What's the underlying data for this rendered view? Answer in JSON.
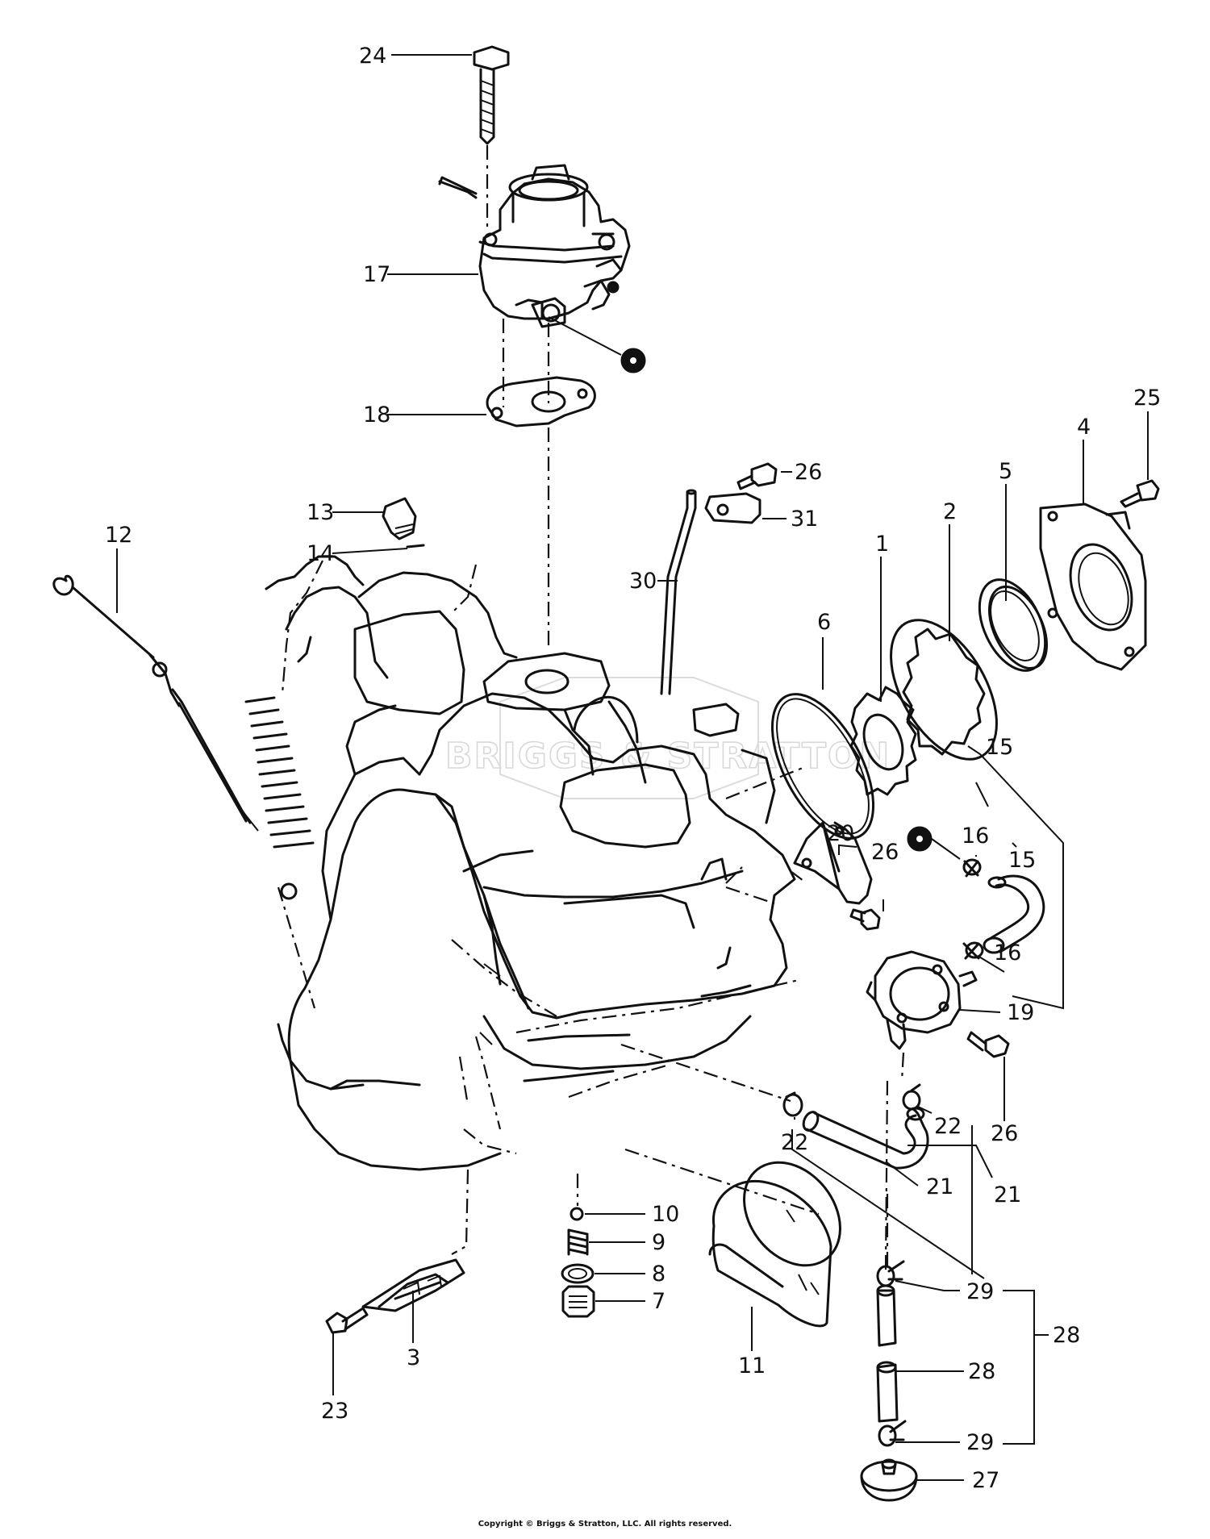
{
  "watermark": "BRIGGS & STRATTON",
  "copyright": "Copyright © Briggs & Stratton, LLC. All rights reserved.",
  "callouts": {
    "c24": "24",
    "c17": "17",
    "c18": "18",
    "c13": "13",
    "c14": "14",
    "c12": "12",
    "c30": "30",
    "c26a": "26",
    "c31": "31",
    "c6": "6",
    "c1": "1",
    "c2": "2",
    "c5": "5",
    "c4": "4",
    "c25": "25",
    "c15a": "15",
    "c15b": "15",
    "c16a": "16",
    "c16b": "16",
    "c20": "20",
    "c26b": "26",
    "c19": "19",
    "c26c": "26",
    "c22a": "22",
    "c22b": "22",
    "c21a": "21",
    "c21b": "21",
    "c10": "10",
    "c9": "9",
    "c8": "8",
    "c7": "7",
    "c11": "11",
    "c29a": "29",
    "c28a": "28",
    "c28b": "28",
    "c29b": "29",
    "c27": "27",
    "c3": "3",
    "c23": "23"
  }
}
